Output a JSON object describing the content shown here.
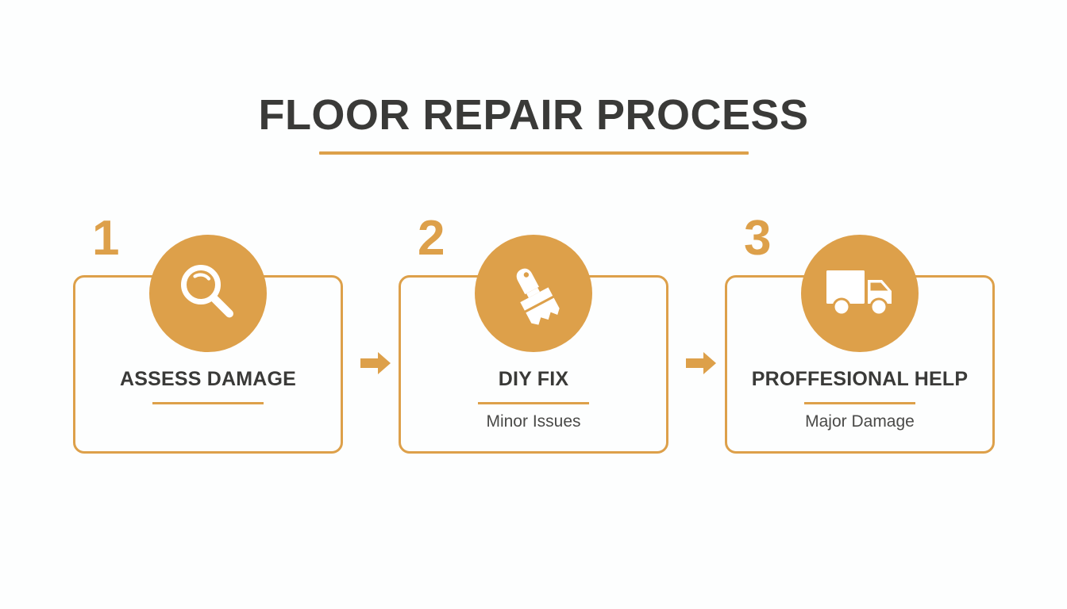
{
  "page": {
    "title": "FLOOR REPAIR PROCESS",
    "background_color": "#fdfefe",
    "accent_color": "#dda04a",
    "text_color": "#3a3a38"
  },
  "steps": [
    {
      "number": "1",
      "icon": "magnifying-glass-icon",
      "title": "ASSESS DAMAGE",
      "subtitle": ""
    },
    {
      "number": "2",
      "icon": "paintbrush-icon",
      "title": "DIY FIX",
      "subtitle": "Minor Issues"
    },
    {
      "number": "3",
      "icon": "delivery-truck-icon",
      "title": "PROFFESIONAL HELP",
      "subtitle": "Major Damage"
    }
  ],
  "connectors": [
    {
      "icon": "arrow-right-icon"
    },
    {
      "icon": "arrow-right-icon"
    }
  ]
}
